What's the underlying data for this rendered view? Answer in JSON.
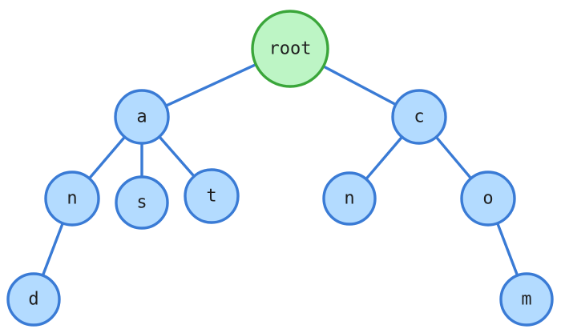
{
  "diagram": {
    "type": "tree",
    "colors": {
      "root_fill": "#bdf5c5",
      "root_stroke": "#3aa63a",
      "node_fill": "#b3dbff",
      "node_stroke": "#3a7bd5",
      "edge": "#3a7bd5"
    },
    "nodes": {
      "root": {
        "label": "root",
        "kind": "root"
      },
      "a": {
        "label": "a",
        "kind": "child"
      },
      "c": {
        "label": "c",
        "kind": "child"
      },
      "a_n": {
        "label": "n",
        "kind": "child"
      },
      "a_s": {
        "label": "s",
        "kind": "child"
      },
      "a_t": {
        "label": "t",
        "kind": "child"
      },
      "c_n": {
        "label": "n",
        "kind": "child"
      },
      "c_o": {
        "label": "o",
        "kind": "child"
      },
      "a_n_d": {
        "label": "d",
        "kind": "child"
      },
      "c_o_m": {
        "label": "m",
        "kind": "child"
      }
    },
    "edges": [
      [
        "root",
        "a"
      ],
      [
        "root",
        "c"
      ],
      [
        "a",
        "a_n"
      ],
      [
        "a",
        "a_s"
      ],
      [
        "a",
        "a_t"
      ],
      [
        "c",
        "c_n"
      ],
      [
        "c",
        "c_o"
      ],
      [
        "a_n",
        "a_n_d"
      ],
      [
        "c_o",
        "c_o_m"
      ]
    ]
  }
}
